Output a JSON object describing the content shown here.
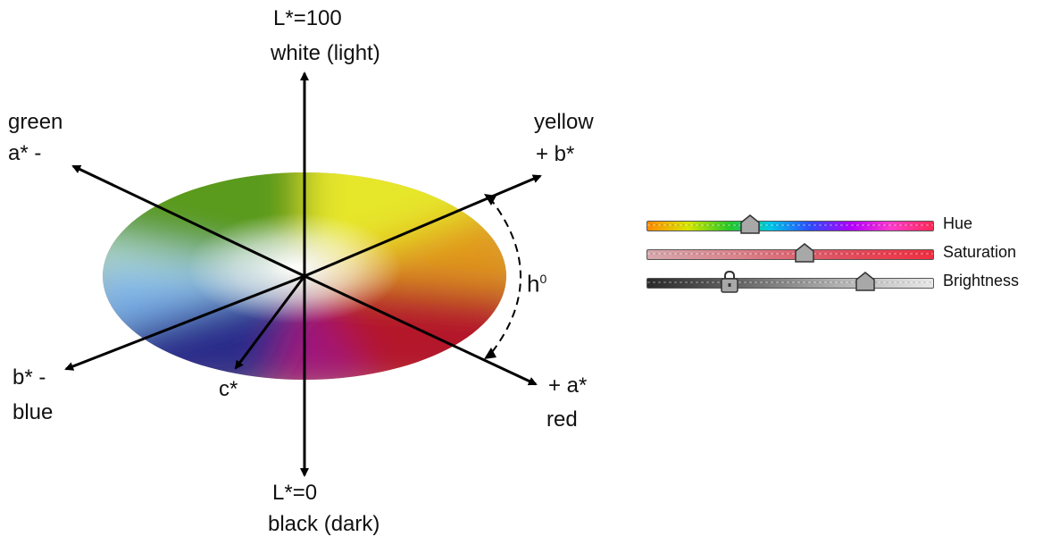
{
  "axes": {
    "l_top_value": "L*=100",
    "l_top_desc": "white (light)",
    "l_bottom_value": "L*=0",
    "l_bottom_desc": "black (dark)",
    "green_name": "green",
    "green_axis": "a* -",
    "yellow_name": "yellow",
    "yellow_axis": "+ b*",
    "blue_axis": "b* -",
    "blue_name": "blue",
    "red_axis": "+ a*",
    "red_name": "red",
    "chroma": "c*",
    "hue_angle": "h",
    "hue_angle_sup": "0"
  },
  "sliders": {
    "hue_label": "Hue",
    "saturation_label": "Saturation",
    "brightness_label": "Brightness",
    "hue_value": 0.36,
    "saturation_value": 0.55,
    "brightness_value": 0.76,
    "brightness_lock_value": 0.29
  },
  "colors": {
    "green": "#5a9a1e",
    "yellow": "#e6e62a",
    "orange": "#e0961e",
    "red": "#b4162c",
    "magenta": "#a0127a",
    "blue": "#2c2a8a",
    "light_blue": "#7ab0e8",
    "white_center": "#ffffff"
  },
  "icons": [
    "arrow-head-icon",
    "slider-thumb-icon",
    "lock-icon"
  ]
}
